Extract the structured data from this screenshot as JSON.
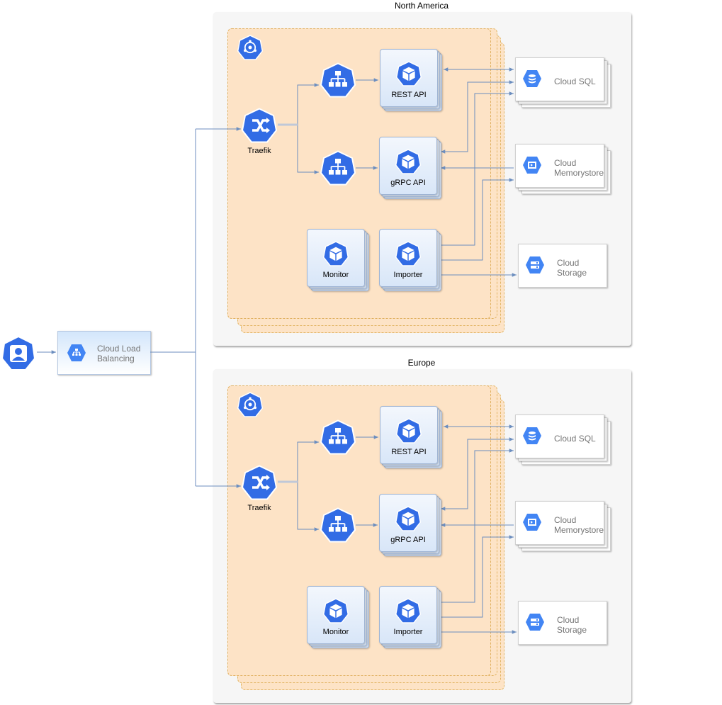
{
  "regions": [
    {
      "title": "North America",
      "traefik": "Traefik",
      "services": {
        "rest": "REST API",
        "grpc": "gRPC API",
        "monitor": "Monitor",
        "importer": "Importer"
      },
      "gcp": {
        "sql": "Cloud SQL",
        "memorystore": [
          "Cloud",
          "Memorystore"
        ],
        "storage": [
          "Cloud",
          "Storage"
        ]
      }
    },
    {
      "title": "Europe",
      "traefik": "Traefik",
      "services": {
        "rest": "REST API",
        "grpc": "gRPC API",
        "monitor": "Monitor",
        "importer": "Importer"
      },
      "gcp": {
        "sql": "Cloud SQL",
        "memorystore": [
          "Cloud",
          "Memorystore"
        ],
        "storage": [
          "Cloud",
          "Storage"
        ]
      }
    }
  ],
  "load_balancer": [
    "Cloud Load",
    "Balancing"
  ],
  "icons": {
    "user": "user-icon",
    "lb": "load-balancing-icon",
    "traefik": "traefik-icon",
    "cluster": "kubernetes-cluster-icon",
    "service": "kubernetes-service-icon",
    "pod": "kubernetes-pod-icon",
    "sql": "cloud-sql-icon",
    "memorystore": "memorystore-icon",
    "storage": "cloud-storage-icon"
  },
  "colors": {
    "k8s_blue": "#326ce5",
    "gcp_blue": "#4285f4",
    "cluster_fill": "#fde3c6",
    "edge": "#6c8ebf"
  }
}
